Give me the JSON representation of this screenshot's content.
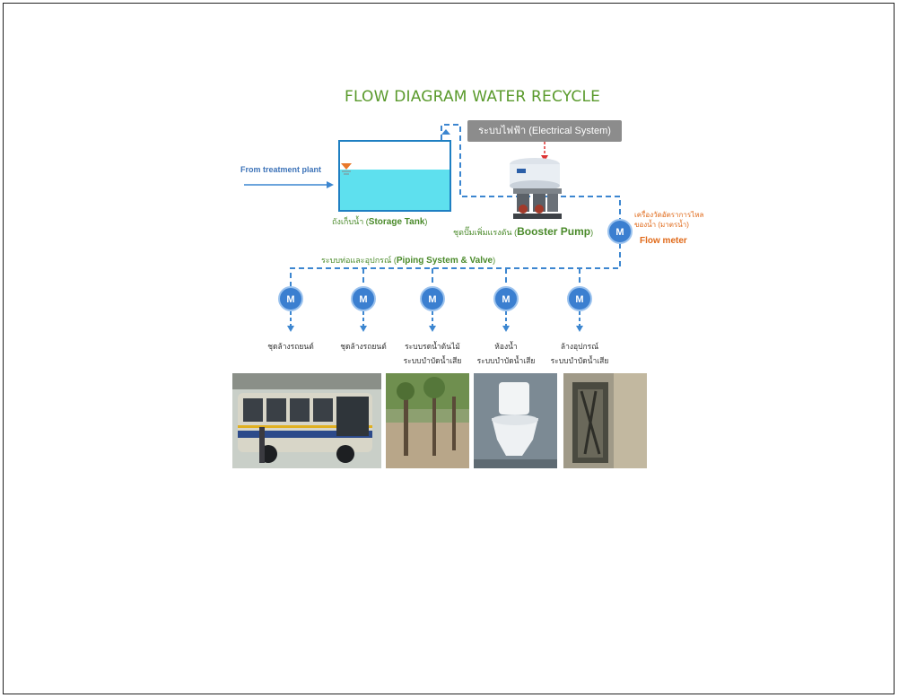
{
  "diagram": {
    "title": "FLOW DIAGRAM WATER RECYCLE",
    "from_treatment": "From treatment plant",
    "storage_tank": {
      "th": "ถังเก็บน้ำ (",
      "en": "Storage Tank",
      "close": ")"
    },
    "electrical": "ระบบไฟฟ้า (Electrical System)",
    "booster_pump": {
      "th": "ชุดปั๊มเพิ่มแรงดัน (",
      "en": "Booster Pump",
      "close": ")"
    },
    "flow_meter": {
      "th_line1": "เครื่องวัดอัตราการไหล",
      "th_line2": "ของน้ำ (มาตรน้ำ)",
      "en": "Flow meter"
    },
    "piping": {
      "th": "ระบบท่อและอุปกรณ์ (",
      "en": "Piping System & Valve",
      "close": ")"
    },
    "meter_symbol": "M",
    "consumers": [
      {
        "line1": "ชุดล้างรถยนต์",
        "line2": ""
      },
      {
        "line1": "ชุดล้างรถยนต์",
        "line2": ""
      },
      {
        "line1": "ระบบรดน้ำต้นไม้",
        "line2": "ระบบบำบัดน้ำเสีย"
      },
      {
        "line1": "ห้องน้ำ",
        "line2": "ระบบบำบัดน้ำเสีย"
      },
      {
        "line1": "ล้างอุปกรณ์",
        "line2": "ระบบบำบัดน้ำเสีย"
      }
    ],
    "colors": {
      "pipe": "#3c86d0",
      "meter": "#3b7fd0",
      "tank": "#5ee0ee",
      "green_text": "#4a8a2a",
      "orange_text": "#e06a1a"
    }
  }
}
